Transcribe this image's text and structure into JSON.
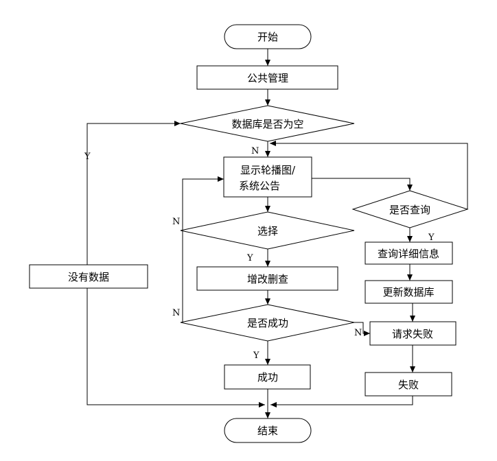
{
  "nodes": {
    "start": "开始",
    "public_mgmt": "公共管理",
    "db_empty": "数据库是否为空",
    "carousel_line1": "显示轮播图/",
    "carousel_line2": "系统公告",
    "is_query": "是否查询",
    "select": "选择",
    "query_detail": "查询详细信息",
    "no_data": "没有数据",
    "crud": "增改删查",
    "update_db": "更新数据库",
    "is_success": "是否成功",
    "request_fail": "请求失败",
    "success": "成功",
    "fail": "失败",
    "end": "结束"
  },
  "edge_labels": {
    "db_empty_yes": "Y",
    "db_empty_no": "N",
    "select_no": "N",
    "select_yes": "Y",
    "query_yes": "Y",
    "success_no_left": "N",
    "success_no_right": "N",
    "success_yes": "Y"
  },
  "colors": {
    "stroke": "#000000",
    "fill": "#ffffff",
    "text": "#000000"
  }
}
